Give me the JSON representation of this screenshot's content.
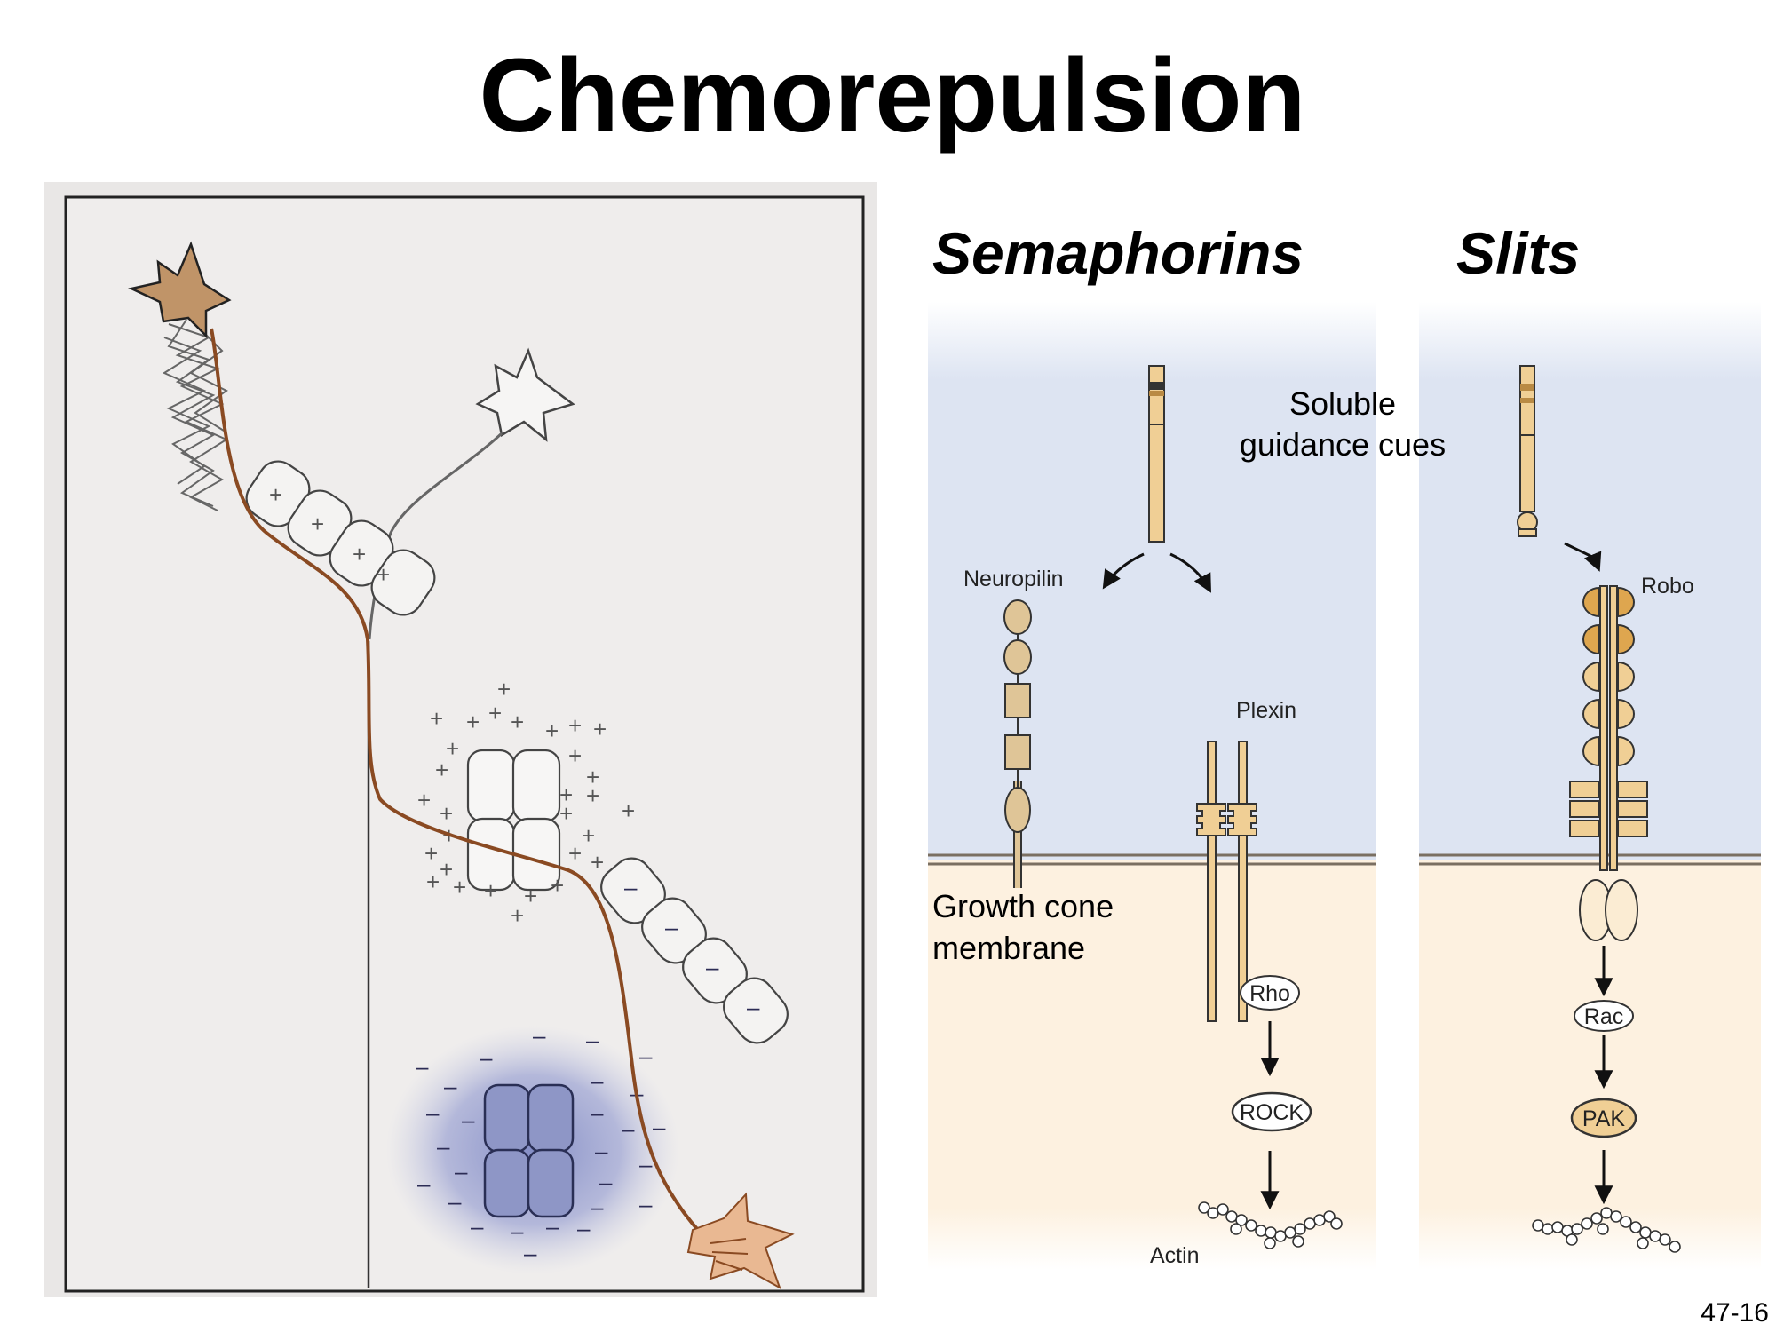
{
  "slide": {
    "title": "Chemorepulsion",
    "page_number": "47-16"
  },
  "panels": {
    "semaphorins": {
      "heading": "Semaphorins",
      "soluble_label_line1": "Soluble",
      "soluble_label_line2": "guidance cues",
      "neuropilin": "Neuropilin",
      "plexin": "Plexin",
      "membrane_line1": "Growth cone",
      "membrane_line2": "membrane",
      "rho": "Rho",
      "rock": "ROCK",
      "actin": "Actin"
    },
    "slits": {
      "heading": "Slits",
      "robo": "Robo",
      "rac": "Rac",
      "pak": "PAK"
    }
  },
  "colors": {
    "extracellular": "#dde4f2",
    "intracellular": "#fdf1e0",
    "receptor": "#f0cf95",
    "receptor_dark": "#dea64f",
    "axon": "#8a4a22",
    "neuron": "#c09468",
    "repellent_cloud": "#8a93c8"
  }
}
